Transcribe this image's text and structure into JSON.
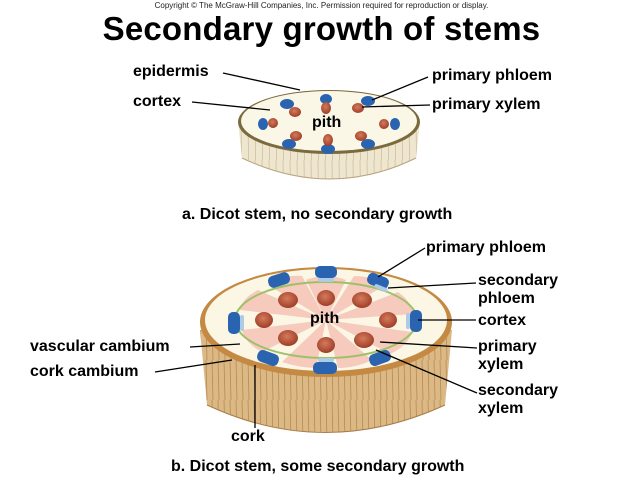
{
  "copyright": "Copyright © The McGraw-Hill Companies, Inc. Permission required for reproduction or display.",
  "title": "Secondary growth of stems",
  "panel_a": {
    "caption": "a. Dicot stem, no secondary growth",
    "labels": {
      "epidermis": "epidermis",
      "cortex": "cortex",
      "pith": "pith",
      "primary_phloem": "primary phloem",
      "primary_xylem": "primary xylem"
    }
  },
  "panel_b": {
    "caption": "b. Dicot stem, some secondary growth",
    "labels": {
      "primary_phloem": "primary phloem",
      "secondary_phloem_1": "secondary",
      "secondary_phloem_2": "phloem",
      "cortex": "cortex",
      "pith": "pith",
      "primary_xylem_1": "primary",
      "primary_xylem_2": "xylem",
      "secondary_xylem_1": "secondary",
      "secondary_xylem_2": "xylem",
      "vascular_cambium": "vascular cambium",
      "cork_cambium": "cork cambium",
      "cork": "cork"
    }
  },
  "colors": {
    "phloem": "#2a63b0",
    "xylem": "#b5523a",
    "cortex": "#fbf7e4",
    "bark": "#d9b27a",
    "secondary_xylem": "#f6cbbd",
    "cambium_ring": "#9fc06a"
  }
}
